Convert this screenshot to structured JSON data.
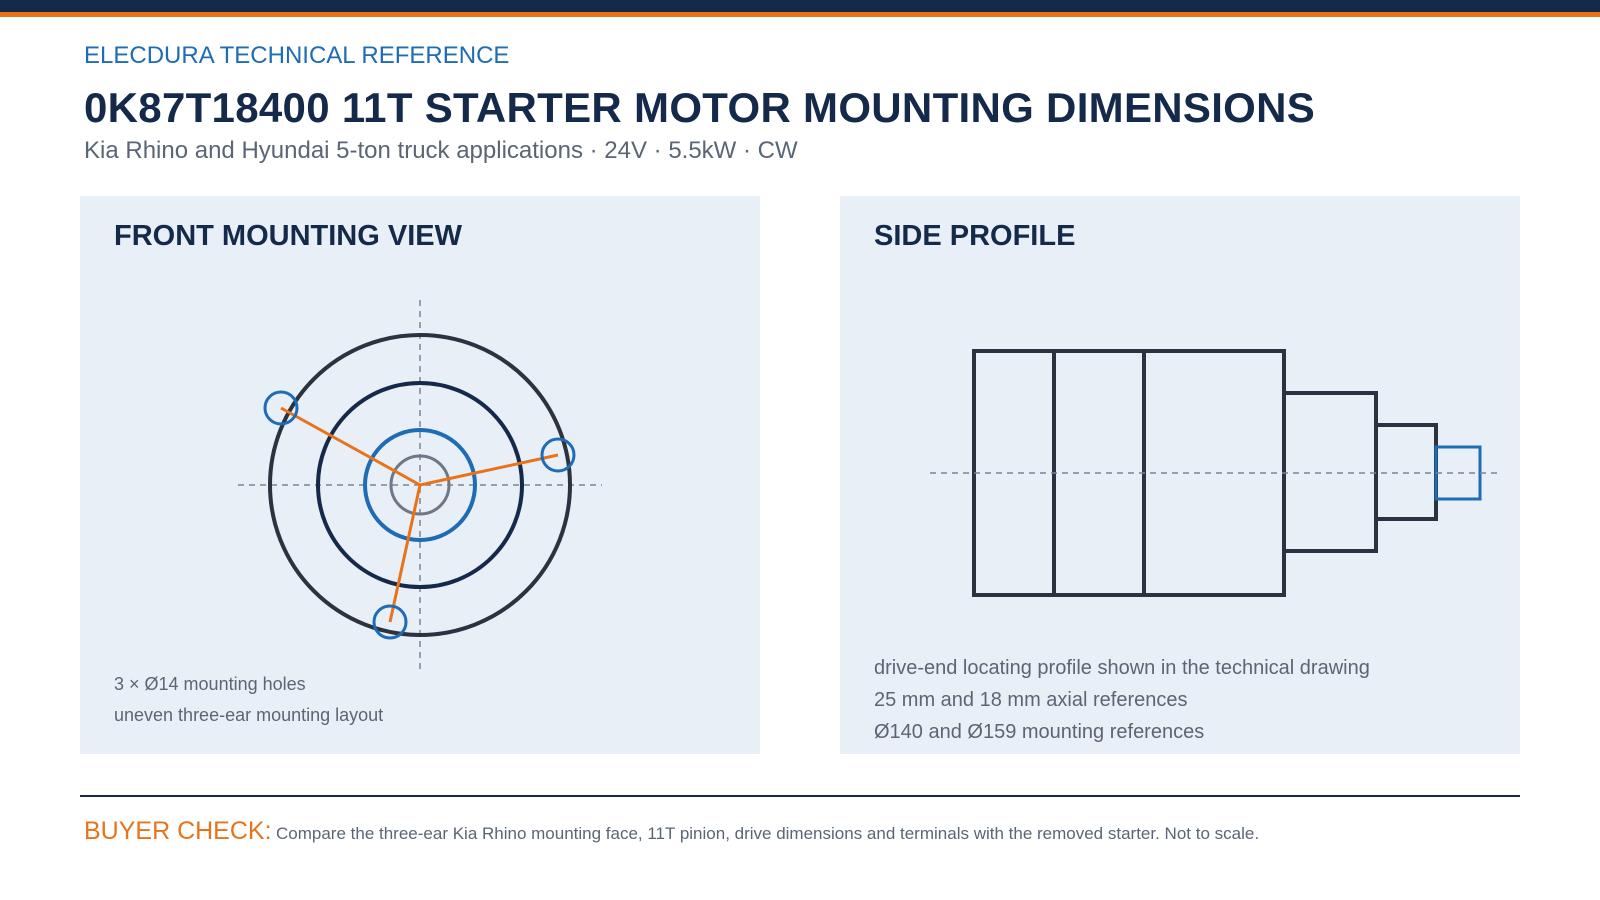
{
  "header": {
    "kicker": "ELECDURA TECHNICAL REFERENCE",
    "title": "0K87T18400 11T STARTER MOTOR MOUNTING DIMENSIONS",
    "subtitle": "Kia Rhino and Hyundai 5-ton truck applications · 24V · 5.5kW · CW"
  },
  "front_view": {
    "title": "FRONT MOUNTING VIEW",
    "notes": [
      "3 × Ø14 mounting holes",
      "uneven three-ear mounting layout"
    ]
  },
  "side_view": {
    "title": "SIDE PROFILE",
    "notes": [
      "drive-end locating profile shown in the technical drawing",
      "25 mm and 18 mm axial references",
      "Ø140 and Ø159 mounting references"
    ]
  },
  "footer": {
    "label": "BUYER CHECK:",
    "text": "Compare the three-ear Kia Rhino mounting face, 11T pinion, drive dimensions and terminals with the removed starter. Not to scale."
  },
  "colors": {
    "navy": "#15294a",
    "orange": "#e8731a",
    "blue": "#1e6cb5",
    "outline": "#2b3240",
    "panel": "#e9eff6",
    "muted": "#5a6675"
  }
}
